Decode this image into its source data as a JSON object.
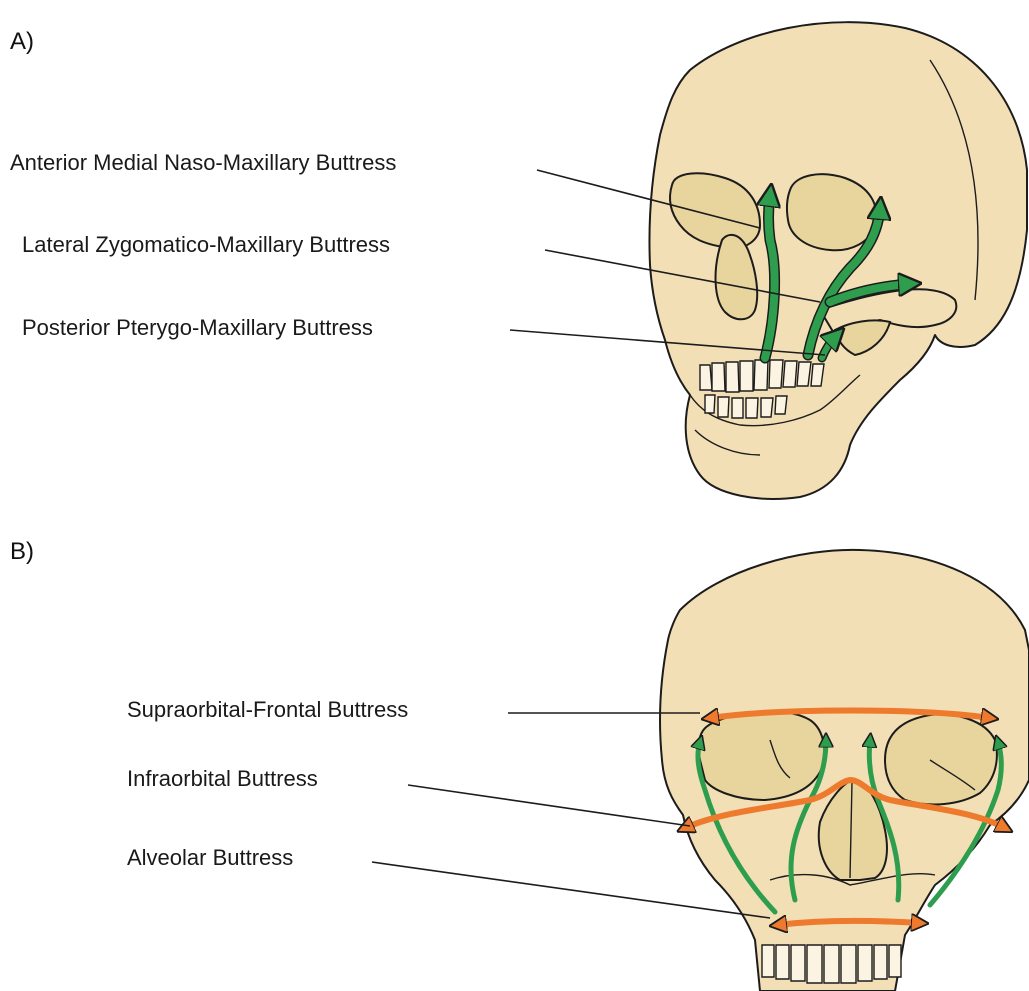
{
  "panels": [
    {
      "letter": "A)",
      "labels": [
        "Anterior Medial Naso-Maxillary Buttress",
        "Lateral Zygomatico-Maxillary Buttress",
        "Posterior Pterygo-Maxillary Buttress"
      ]
    },
    {
      "letter": "B)",
      "labels": [
        "Supraorbital-Frontal Buttress",
        "Infraorbital Buttress",
        "Alveolar Buttress"
      ]
    }
  ],
  "colors": {
    "bone": "#f3dfb6",
    "orbit_shade": "#e8d59d",
    "vertical_buttress": "#2e9e4e",
    "horizontal_buttress": "#ee7a2e"
  }
}
